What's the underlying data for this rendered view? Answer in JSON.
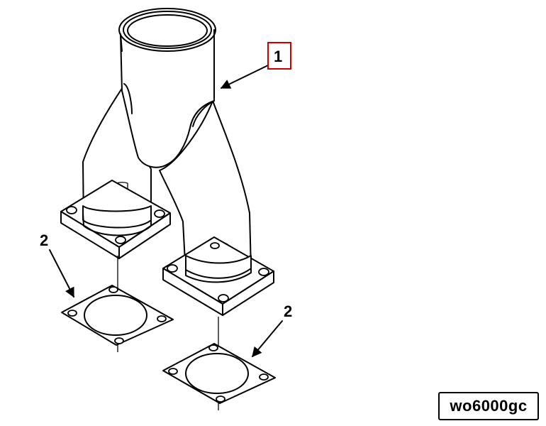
{
  "figure": {
    "callouts": [
      {
        "id": "callout-1",
        "text": "1"
      },
      {
        "id": "callout-2a",
        "text": "2"
      },
      {
        "id": "callout-2b",
        "text": "2"
      }
    ],
    "figure_id": "wo6000gc",
    "highlight_color": "#cc0000",
    "line_color": "#000000"
  }
}
